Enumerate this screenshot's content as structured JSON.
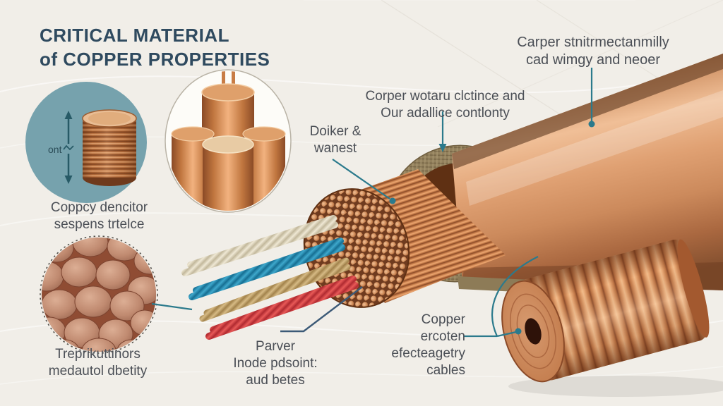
{
  "title": {
    "l1": "CRITICAL MATERIAL",
    "l2": "of COPPER PROPERTIES"
  },
  "callouts": {
    "jacket": {
      "l1": "Carper stnitrmectanmilly",
      "l2": "cad wimgy and neoer"
    },
    "shield": {
      "l1": "Corper wotaru clctince and",
      "l2": "Our adallice contlonty"
    },
    "strands": {
      "l1": "Doiker &",
      "l2": "wanest"
    },
    "density": {
      "l1": "Coppcy dencitor",
      "l2": "sespens trtelce"
    },
    "cross_section": {
      "l1": "Treprikuttinors",
      "l2": "medautol dbetity"
    },
    "power": {
      "l1": "Parver",
      "l2": "Inode pdsoint:",
      "l3": "aud betes"
    },
    "coil": {
      "l1": "Copper",
      "l2": "ercoten",
      "l3": "efecteagetry",
      "l4": "cables"
    },
    "disc_annotation": "ont"
  },
  "colors": {
    "accent_teal": "#2b7a8c",
    "callout_slate": "#3c5a77",
    "title_navy": "#2f4a5f",
    "label_gray": "#4b4f56",
    "copper_main": "#c87c4c",
    "copper_highlight": "#f0bf97",
    "braid_khaki": "#93815d",
    "teal_circle_fill": "#76a2ad",
    "wire_cream": "#dbd2ba",
    "wire_blue": "#2391b7",
    "wire_tan": "#c3a46e",
    "wire_red": "#d63a3e",
    "background": "#f1eee8"
  }
}
